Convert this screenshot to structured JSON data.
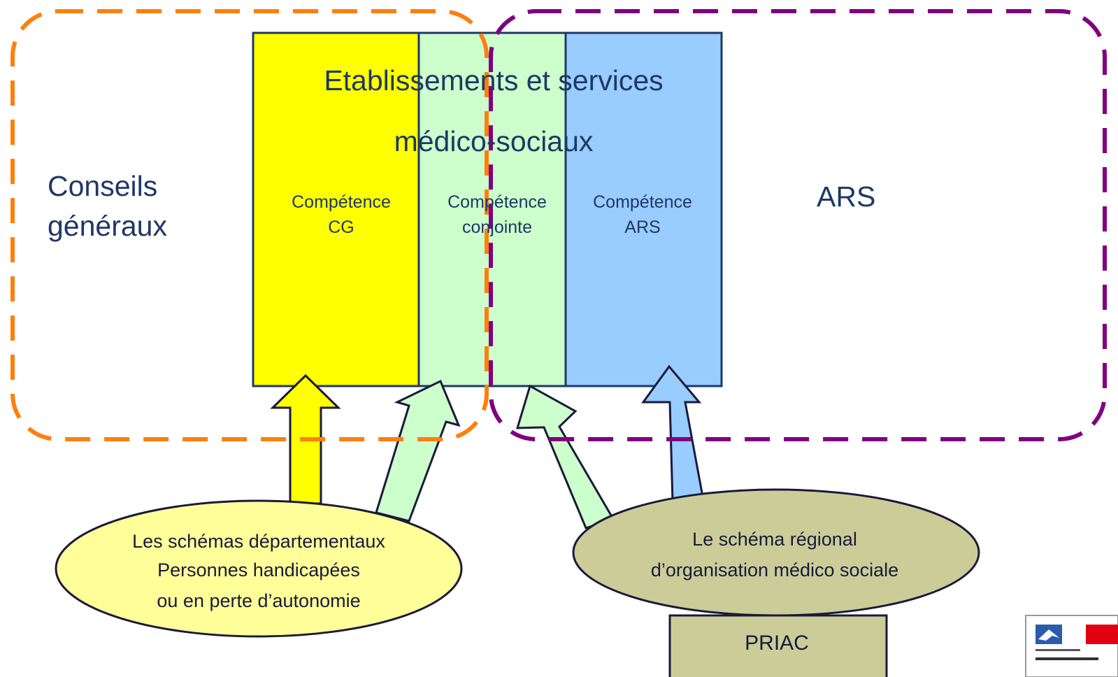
{
  "regions": {
    "cg": {
      "label_line1": "Conseils",
      "label_line2": "généraux",
      "border_color": "#ff7f0e"
    },
    "ars": {
      "label": "ARS",
      "border_color": "#800080"
    }
  },
  "establishments": {
    "title_line1": "Etablissements et services",
    "title_line2": "médico-sociaux",
    "columns": [
      {
        "line1": "Compétence",
        "line2": "CG",
        "color": "#ffff00"
      },
      {
        "line1": "Compétence",
        "line2": "conjointe",
        "color": "#ccffcc"
      },
      {
        "line1": "Compétence",
        "line2": "ARS",
        "color": "#99ccff"
      }
    ]
  },
  "schemas": {
    "departmental": {
      "line1": "Les schémas départementaux",
      "line2": "Personnes handicapées",
      "line3": "ou en perte d’autonomie",
      "color": "#ffff99"
    },
    "regional": {
      "line1": "Le schéma régional",
      "line2": "d’organisation médico sociale",
      "color": "#cccc99"
    }
  },
  "priac": {
    "label": "PRIAC",
    "color": "#cccc99"
  },
  "logo": {
    "name": "republique-francaise-logo"
  }
}
